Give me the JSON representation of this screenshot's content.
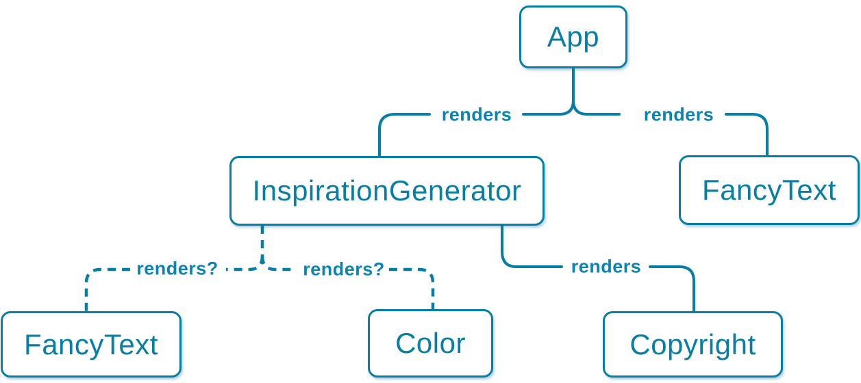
{
  "diagram": {
    "accent_color": "#087EA4",
    "background_color": "#FFFFFF",
    "nodes": [
      {
        "label": "App"
      },
      {
        "label": "InspirationGenerator"
      },
      {
        "label": "FancyText"
      },
      {
        "label": "FancyText"
      },
      {
        "label": "Color"
      },
      {
        "label": "Copyright"
      }
    ],
    "edges": [
      {
        "from": "App",
        "to": "InspirationGenerator",
        "label": "renders",
        "style": "solid"
      },
      {
        "from": "App",
        "to": "FancyText",
        "label": "renders",
        "style": "solid"
      },
      {
        "from": "InspirationGenerator",
        "to": "FancyText",
        "label": "renders?",
        "style": "dashed"
      },
      {
        "from": "InspirationGenerator",
        "to": "Color",
        "label": "renders?",
        "style": "dashed"
      },
      {
        "from": "InspirationGenerator",
        "to": "Copyright",
        "label": "renders",
        "style": "solid"
      }
    ]
  }
}
